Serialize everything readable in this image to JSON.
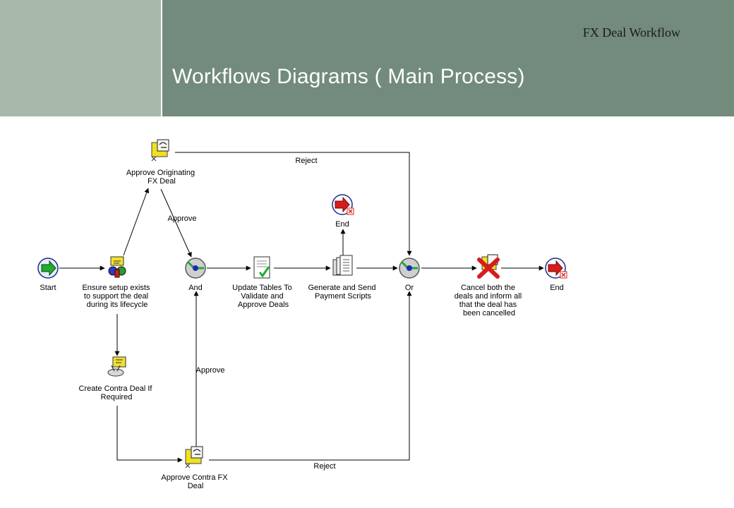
{
  "header": {
    "brand": "FX Deal Workflow",
    "title": "Workflows Diagrams ( Main Process)"
  },
  "nodes": {
    "start": {
      "label": [
        "Start"
      ],
      "icon": "start-icon"
    },
    "ensure": {
      "label": [
        "Ensure setup exists",
        "to support the deal",
        "during its lifecycle"
      ],
      "icon": "function-icon"
    },
    "approve_orig": {
      "label": [
        "Approve Originating",
        "FX Deal"
      ],
      "icon": "notification-icon"
    },
    "and": {
      "label": [
        "And"
      ],
      "icon": "and-icon"
    },
    "update": {
      "label": [
        "Update Tables To",
        "Validate and",
        "Approve Deals"
      ],
      "icon": "document-check-icon"
    },
    "generate": {
      "label": [
        "Generate and Send",
        "Payment Scripts"
      ],
      "icon": "documents-icon"
    },
    "end_top": {
      "label": [
        "End"
      ],
      "icon": "end-icon"
    },
    "or": {
      "label": [
        "Or"
      ],
      "icon": "or-icon"
    },
    "cancel": {
      "label": [
        "Cancel both the",
        "deals and inform all",
        "that the deal has",
        "been cancelled"
      ],
      "icon": "cancel-notification-icon"
    },
    "end_right": {
      "label": [
        "End"
      ],
      "icon": "end-icon"
    },
    "create_contra": {
      "label": [
        "Create Contra Deal If",
        "Required"
      ],
      "icon": "function-icon"
    },
    "approve_contra": {
      "label": [
        "Approve Contra FX",
        "Deal"
      ],
      "icon": "notification-icon"
    }
  },
  "edges": {
    "reject_top": "Reject",
    "approve_orig": "Approve",
    "approve_contra": "Approve",
    "reject_bottom": "Reject"
  }
}
